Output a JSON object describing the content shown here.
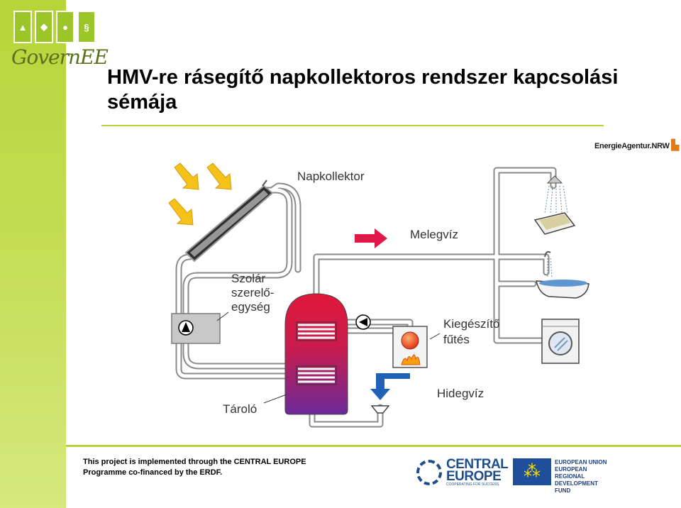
{
  "brand": {
    "logo_text": "GovernEE",
    "logo_tiles": [
      "▲",
      "◆",
      "●",
      "§"
    ],
    "partner_logo": "EnergieAgentur.NRW",
    "colors": {
      "green_band": "#b7d43a",
      "tank_top": "#e0183a",
      "tank_bottom": "#6b2a9a",
      "arrow_red": "#e0184a",
      "arrow_blue": "#1f62b8",
      "pipe": "#ffffff"
    }
  },
  "title": {
    "line1": "HMV-re rásegítő napkollektoros rendszer kapcsolási",
    "line2": "sémája"
  },
  "diagram": {
    "labels": {
      "collector": "Napkollektor",
      "hot_water": "Melegvíz",
      "solar_unit_1": "Szolár",
      "solar_unit_2": "szerelő-",
      "solar_unit_3": "egység",
      "aux_heating_1": "Kiegészítő",
      "aux_heating_2": "fűtés",
      "cold_water": "Hidegvíz",
      "storage": "Tároló"
    },
    "icons": [
      "sun-ray-icon",
      "solar-collector-icon",
      "pump-icon",
      "storage-tank-icon",
      "burner-icon",
      "shower-icon",
      "bathtub-icon",
      "washing-machine-icon",
      "hot-water-arrow-icon",
      "cold-water-arrow-icon"
    ]
  },
  "footer": {
    "text_line1": "This project is implemented through the CENTRAL EUROPE",
    "text_line2": "Programme co-financed by the ERDF.",
    "ce_logo_line1": "CENTRAL",
    "ce_logo_line2": "EUROPE",
    "ce_tagline": "COOPERATING FOR SUCCESS.",
    "eu_line1": "EUROPEAN UNION",
    "eu_line2": "EUROPEAN REGIONAL",
    "eu_line3": "DEVELOPMENT FUND"
  }
}
